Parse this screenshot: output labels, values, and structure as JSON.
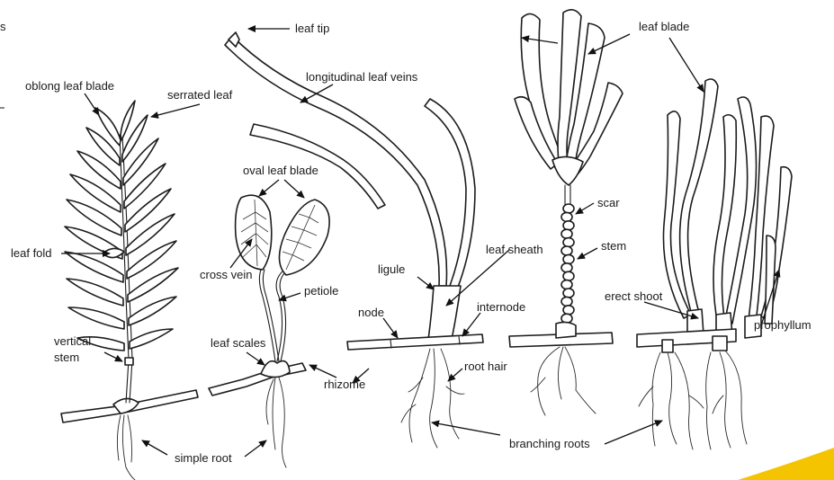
{
  "labels": {
    "leaf_tip": "leaf tip",
    "longitudinal_leaf_veins": "longitudinal leaf veins",
    "oblong_leaf_blade": "oblong leaf blade",
    "serrated_leaf": "serrated leaf",
    "oval_leaf_blade": "oval leaf blade",
    "leaf_fold": "leaf fold",
    "cross_vein": "cross vein",
    "petiole": "petiole",
    "vertical_stem_line1": "vertical",
    "vertical_stem_line2": "stem",
    "leaf_scales": "leaf scales",
    "rhizome": "rhizome",
    "simple_root": "simple root",
    "ligule": "ligule",
    "node": "node",
    "internode": "internode",
    "root_hair": "root hair",
    "leaf_sheath": "leaf sheath",
    "scar": "scar",
    "stem": "stem",
    "branching_roots": "branching roots",
    "leaf_blade": "leaf blade",
    "erect_shoot": "erect shoot",
    "prophyllum": "prophyllum"
  },
  "edge_text": "s",
  "colors": {
    "line": "#1c1c1c",
    "fill": "#ffffff",
    "accent_swoosh": "#f5c400"
  }
}
